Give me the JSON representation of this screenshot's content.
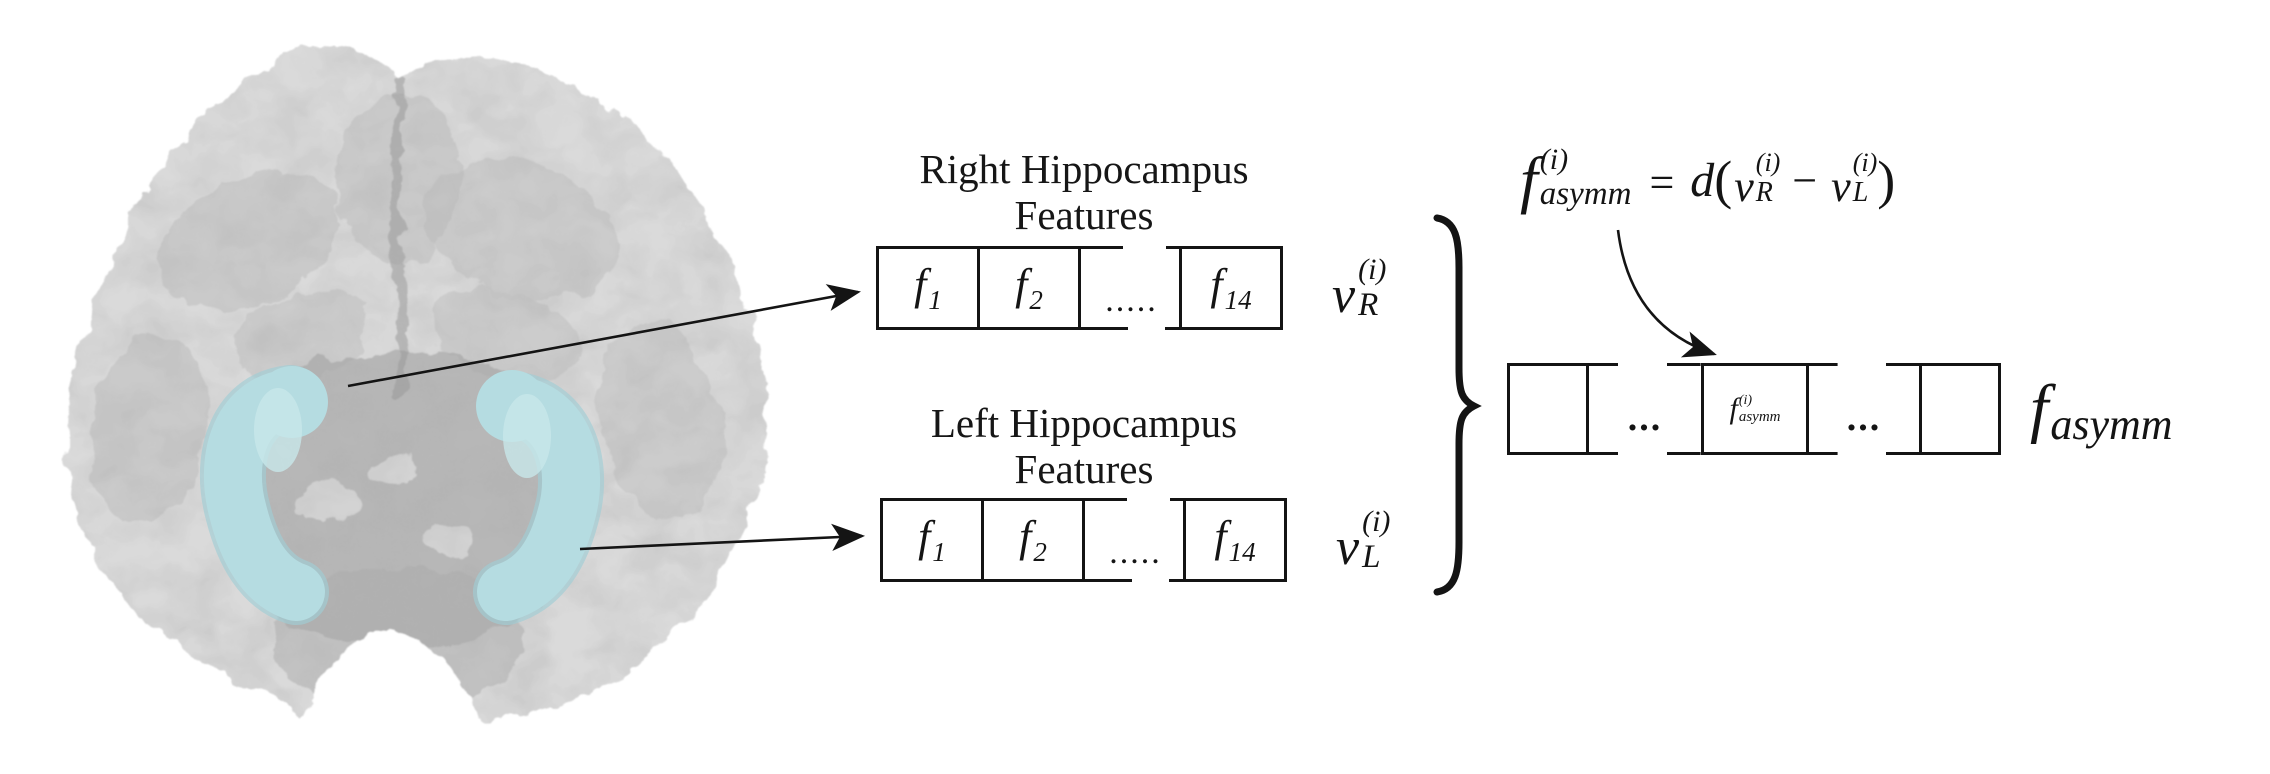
{
  "colors": {
    "hippocampus": "#b5dce1",
    "hippocampus_edge": "#9fced5",
    "brain_gray": "#d8d8d8",
    "ink": "#141414",
    "background": "#ffffff"
  },
  "right_group": {
    "title_line1": "Right Hippocampus",
    "title_line2": "Features",
    "cells": {
      "c1": {
        "base": "f",
        "sub": "1"
      },
      "c2": {
        "base": "f",
        "sub": "2"
      },
      "dots": ".....",
      "c4": {
        "base": "f",
        "sub": "14"
      }
    },
    "label": {
      "base": "v",
      "sup": "(i)",
      "sub": "R"
    }
  },
  "left_group": {
    "title_line1": "Left Hippocampus",
    "title_line2": "Features",
    "cells": {
      "c1": {
        "base": "f",
        "sub": "1"
      },
      "c2": {
        "base": "f",
        "sub": "2"
      },
      "dots": ".....",
      "c4": {
        "base": "f",
        "sub": "14"
      }
    },
    "label": {
      "base": "v",
      "sup": "(i)",
      "sub": "L"
    }
  },
  "formula": {
    "lhs": {
      "base": "f",
      "sup": "(i)",
      "sub": "asymm"
    },
    "equals": "=",
    "d": "d",
    "open_paren": "(",
    "arg1": {
      "base": "v",
      "sup": "(i)",
      "sub": "R"
    },
    "minus": "−",
    "arg2": {
      "base": "v",
      "sup": "(i)",
      "sub": "L"
    },
    "close_paren": ")"
  },
  "output_group": {
    "ellipsis": "...",
    "cell": {
      "base": "f",
      "sup": "(i)",
      "sub": "asymm"
    },
    "label": {
      "base": "f",
      "sub": "asymm"
    }
  }
}
